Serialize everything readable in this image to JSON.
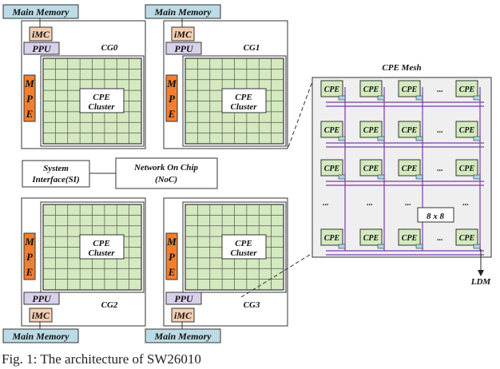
{
  "diagram": {
    "main_memory": "Main Memory",
    "imc": "iMC",
    "ppu": "PPU",
    "mpe": [
      "M",
      "P",
      "E"
    ],
    "cpe_cluster": [
      "CPE",
      "Cluster"
    ],
    "core_groups": [
      "CG0",
      "CG1",
      "CG2",
      "CG3"
    ],
    "system_interface": [
      "System",
      "Interface(SI)"
    ],
    "noc": [
      "Network On Chip",
      "(NoC)"
    ],
    "mesh_title": "CPE Mesh",
    "cpe": "CPE",
    "ellipsis": "...",
    "mesh_size": "8 x 8",
    "ldm": "LDM"
  },
  "colors": {
    "main_memory_fill": "#bcdbe6",
    "imc_fill": "#f6cfb2",
    "ppu_fill": "#d9d0ea",
    "mpe_fill": "#f27f2f",
    "cpe_fill": "#d4e9bf",
    "mesh_bg": "#efefef",
    "mesh_wire": "#7a3ca8",
    "ldm_port": "#a8d6e6"
  },
  "caption": "Fig. 1: The architecture of SW26010"
}
